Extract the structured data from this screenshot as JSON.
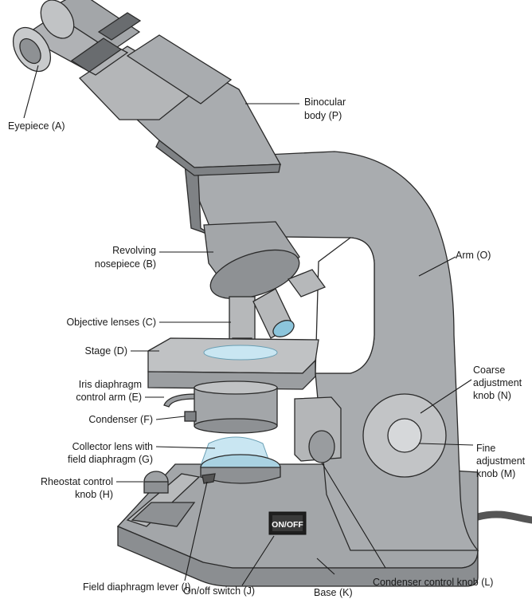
{
  "colors": {
    "body_gray": "#a9acaf",
    "body_light": "#c7c9cb",
    "body_dark": "#7f8285",
    "stage_gray": "#b4b6b8",
    "glass_blue": "#c9e6f2",
    "outline": "#2a2a2a"
  },
  "switch_text": "ON/OFF",
  "labels": {
    "eyepiece": [
      "Eyepiece (A)"
    ],
    "binocular": [
      "Binocular",
      "body (P)"
    ],
    "nosepiece": [
      "Revolving",
      "nosepiece (B)"
    ],
    "arm": [
      "Arm (O)"
    ],
    "objective": [
      "Objective lenses (C)"
    ],
    "stage": [
      "Stage (D)"
    ],
    "iris": [
      "Iris diaphragm",
      "control arm (E)"
    ],
    "condenser": [
      "Condenser (F)"
    ],
    "collector": [
      "Collector lens with",
      "field diaphragm (G)"
    ],
    "rheostat": [
      "Rheostat control",
      "knob (H)"
    ],
    "coarse": [
      "Coarse",
      "adjustment",
      "knob (N)"
    ],
    "fine": [
      "Fine",
      "adjustment",
      "knob (M)"
    ],
    "lever": [
      "Field diaphragm lever (I)"
    ],
    "switch": [
      "On/off switch (J)"
    ],
    "base": [
      "Base (K)"
    ],
    "condenser_knob": [
      "Condenser control knob (L)"
    ]
  }
}
